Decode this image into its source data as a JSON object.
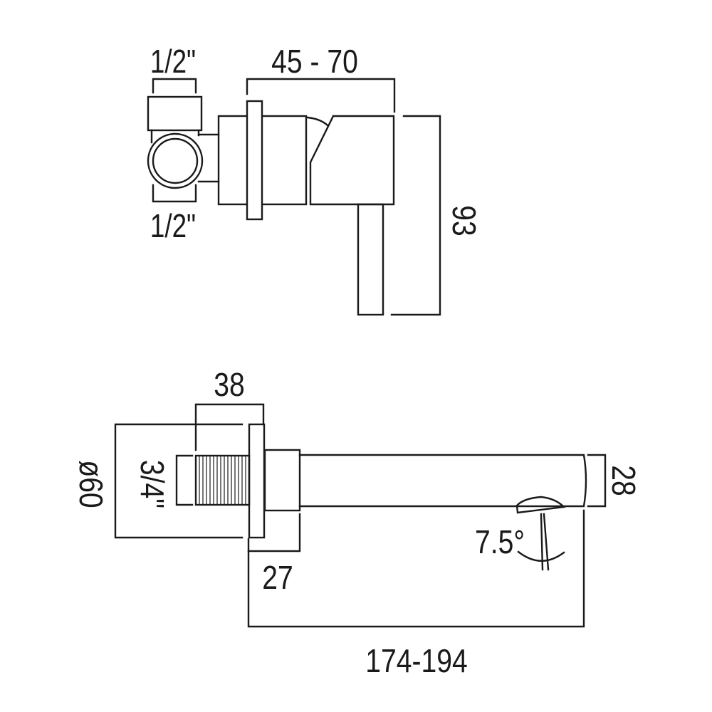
{
  "top_view": {
    "inlet_top_label": "1/2\"",
    "inlet_bottom_label": "1/2\"",
    "wall_depth_label": "45 - 70",
    "height_label": "93"
  },
  "bottom_view": {
    "thread_length_label": "38",
    "plate_diameter_label": "ø60",
    "thread_size_label": "3/4\"",
    "collar_label": "27",
    "spout_height_label": "28",
    "angle_label": "7.5°",
    "projection_label": "174-194"
  },
  "colors": {
    "line": "#1a1a1a",
    "background": "#ffffff"
  }
}
